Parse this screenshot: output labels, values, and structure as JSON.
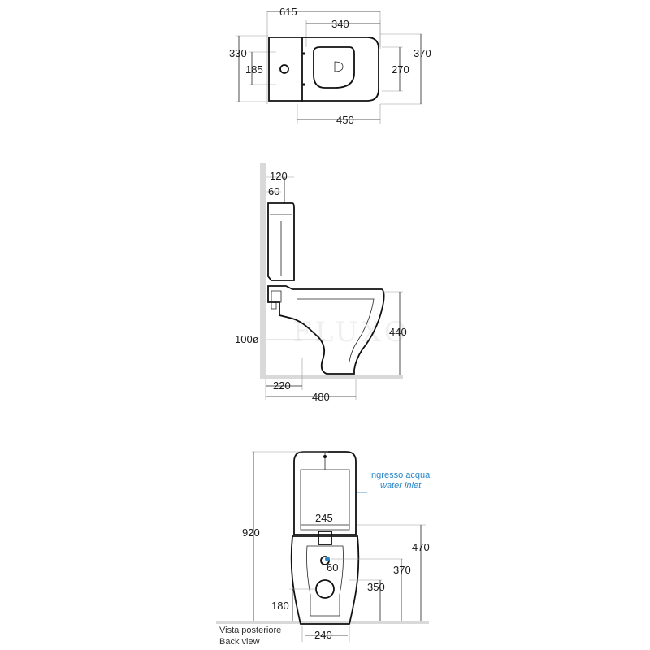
{
  "top_view": {
    "overall_length": "615",
    "seat_width": "340",
    "overall_width": "370",
    "tank_width": "330",
    "tank_depth": "185",
    "inner_width": "270",
    "bowl_length": "450"
  },
  "side_view": {
    "tank_gap": "120",
    "inlet_offset": "60",
    "outlet_diameter": "100ø",
    "outlet_height": "440",
    "outlet_distance": "220",
    "overall_depth": "480",
    "watermark": "FLUXO"
  },
  "back_view": {
    "total_height": "920",
    "tank_inner_width": "245",
    "inlet_label_it": "Ingresso acqua",
    "inlet_label_en": "water inlet",
    "height_470": "470",
    "height_370": "370",
    "height_350": "350",
    "center_offset": "60",
    "height_180": "180",
    "base_width": "240",
    "caption_it": "Vista posteriore",
    "caption_en": "Back view",
    "inlet_color": "#2a86c8"
  }
}
